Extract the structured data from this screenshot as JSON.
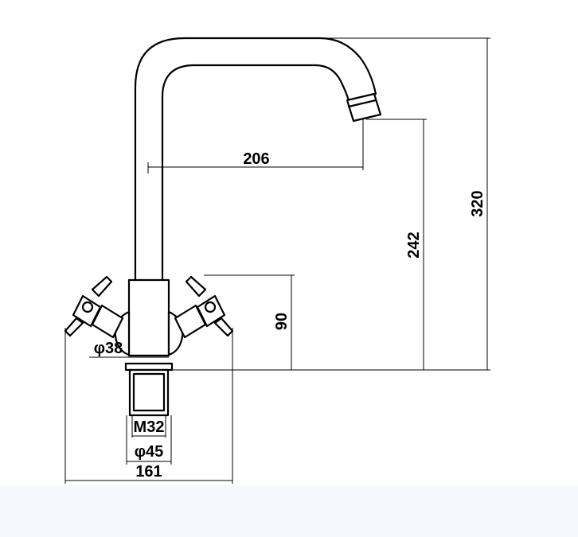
{
  "dimensions": {
    "spout_reach": "206",
    "outlet_height": "242",
    "total_height": "320",
    "body_height": "90",
    "handle_diameter": "φ38",
    "thread": "M32",
    "base_diameter": "φ45",
    "total_width": "161"
  },
  "colors": {
    "line": "#000000",
    "background": "#ffffff",
    "bottom_band": "#f5f9fd"
  }
}
